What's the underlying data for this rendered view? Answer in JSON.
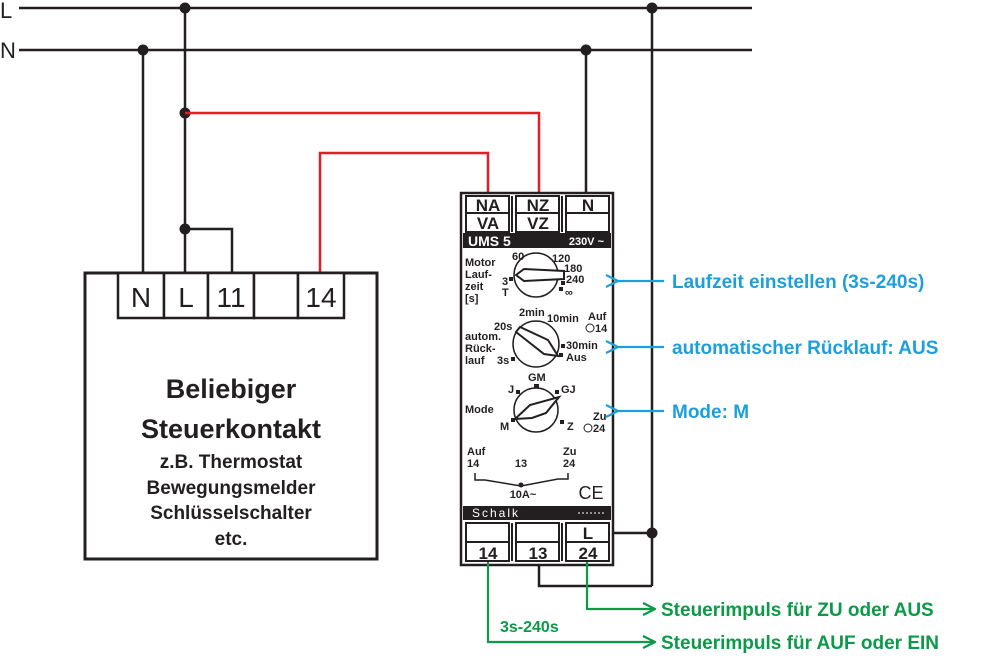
{
  "colors": {
    "wire": "#231f20",
    "control_wire": "#e31e24",
    "note_blue": "#1ca0dc",
    "note_green": "#0b9a47",
    "band": "#231f20"
  },
  "bus": {
    "L": "L",
    "N": "N"
  },
  "controller": {
    "terminals": [
      "N",
      "L",
      "11",
      "",
      "14"
    ],
    "title_line1": "Beliebiger",
    "title_line2": "Steuerkontakt",
    "sub_lines": [
      "z.B. Thermostat",
      "Bewegungsmelder",
      "Schlüsselschalter",
      "etc."
    ],
    "switch_icon": "normally-open-contact-icon"
  },
  "device": {
    "top_terminals_row1": [
      "NA",
      "NZ",
      "N"
    ],
    "top_terminals_row2": [
      "VA",
      "VZ",
      ""
    ],
    "model": "UMS 5",
    "voltage": "230V ~",
    "motor_label": [
      "Motor",
      "Lauf-",
      "zeit",
      "[s]"
    ],
    "motor_dial": {
      "ticks": [
        "60",
        "120",
        "180",
        "240",
        "∞",
        "T",
        "3"
      ],
      "setting": "240"
    },
    "return_label": [
      "autom.",
      "Rück-",
      "lauf"
    ],
    "return_dial": {
      "ticks": [
        "2min",
        "10min",
        "30min",
        "Aus",
        "3s",
        "20s"
      ],
      "setting": "Aus"
    },
    "auf_led": {
      "label": "Auf",
      "num": "14"
    },
    "mode_label": "Mode",
    "mode_dial": {
      "ticks": [
        "GM",
        "GJ",
        "Z",
        "M",
        "J"
      ],
      "setting": "M"
    },
    "zu_led": {
      "label": "Zu",
      "num": "24"
    },
    "relay": {
      "left_label": "Auf",
      "left_num": "14",
      "mid_num": "13",
      "right_label": "Zu",
      "right_num": "24",
      "rating": "10A~"
    },
    "ce_mark": "CE",
    "brand": "Schalk",
    "bottom_terminals_row1": [
      "",
      "",
      "L"
    ],
    "bottom_terminals_row2": [
      "14",
      "13",
      "24"
    ]
  },
  "annotations": {
    "blue": [
      "Laufzeit einstellen (3s-240s)",
      "automatischer Rücklauf: AUS",
      "Mode: M"
    ],
    "green": [
      "Steuerimpuls für ZU oder AUS",
      "Steuerimpuls für AUF oder EIN"
    ],
    "pulse_duration": "3s-240s"
  }
}
